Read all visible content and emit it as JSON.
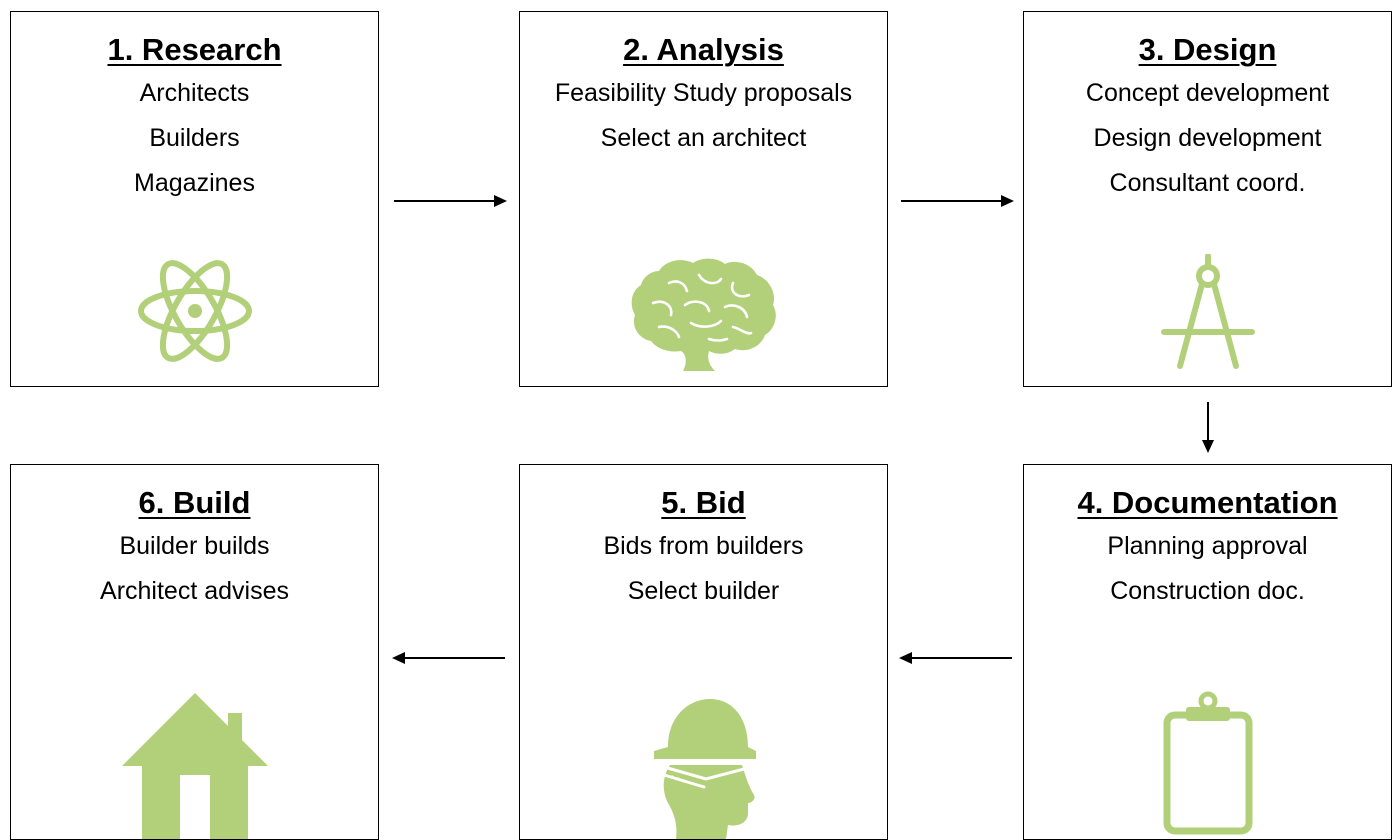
{
  "accent_color": "#b2d07a",
  "steps": [
    {
      "title": "1. Research",
      "lines": [
        "Architects",
        "Builders",
        "Magazines"
      ],
      "icon": "atom-icon"
    },
    {
      "title": "2. Analysis",
      "lines": [
        "Feasibility Study proposals",
        "Select an architect"
      ],
      "icon": "brain-icon"
    },
    {
      "title": "3. Design",
      "lines": [
        "Concept development",
        "Design development",
        "Consultant coord."
      ],
      "icon": "drafting-compass-icon"
    },
    {
      "title": "4. Documentation",
      "lines": [
        "Planning approval",
        "Construction doc."
      ],
      "icon": "clipboard-icon"
    },
    {
      "title": "5. Bid",
      "lines": [
        "Bids from builders",
        "Select builder"
      ],
      "icon": "hard-hat-head-icon"
    },
    {
      "title": "6. Build",
      "lines": [
        "Builder builds",
        "Architect advises"
      ],
      "icon": "house-icon"
    }
  ],
  "flow": [
    "1. Research",
    "2. Analysis",
    "3. Design",
    "4. Documentation",
    "5. Bid",
    "6. Build"
  ]
}
